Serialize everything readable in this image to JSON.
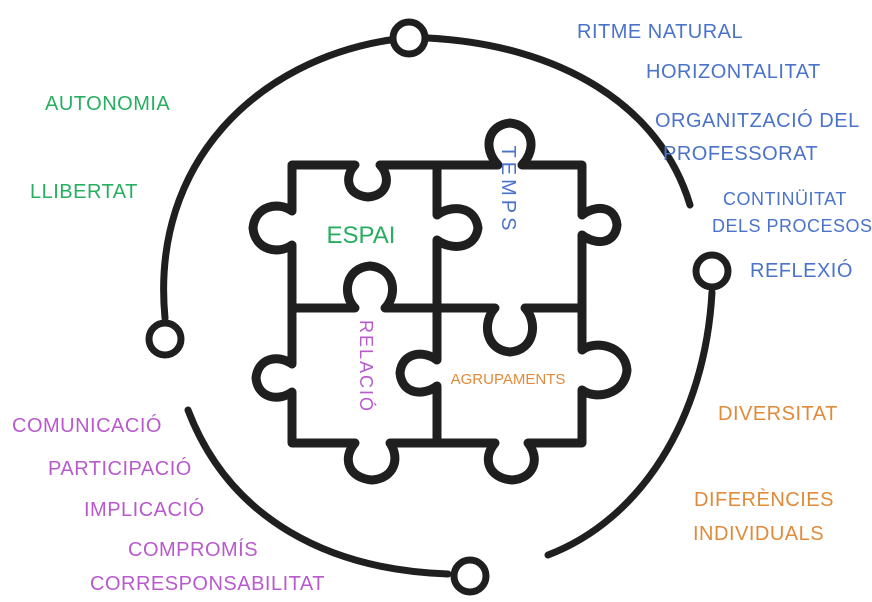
{
  "colors": {
    "outline": "#1f1f1f",
    "green": "#27ae60",
    "blue": "#4a73c9",
    "purple": "#b85acd",
    "orange": "#e08a3a"
  },
  "puzzle": {
    "space": "ESPAI",
    "time": "TEMPS",
    "relation": "RELACIÓ",
    "groupings": "AGRUPAMENTS"
  },
  "groups": {
    "space": [
      "AUTONOMIA",
      "LLIBERTAT"
    ],
    "time": [
      "RITME NATURAL",
      "HORIZONTALITAT",
      "ORGANITZACIÓ DEL",
      "PROFESSORAT",
      "CONTINÜITAT",
      "DELS PROCESOS",
      "REFLEXIÓ"
    ],
    "relation": [
      "COMUNICACIÓ",
      "PARTICIPACIÓ",
      "IMPLICACIÓ",
      "COMPROMÍS",
      "CORRESPONSABILITAT"
    ],
    "groupings": [
      "DIVERSITAT",
      "DIFERÈNCIES",
      "INDIVIDUALS"
    ]
  }
}
